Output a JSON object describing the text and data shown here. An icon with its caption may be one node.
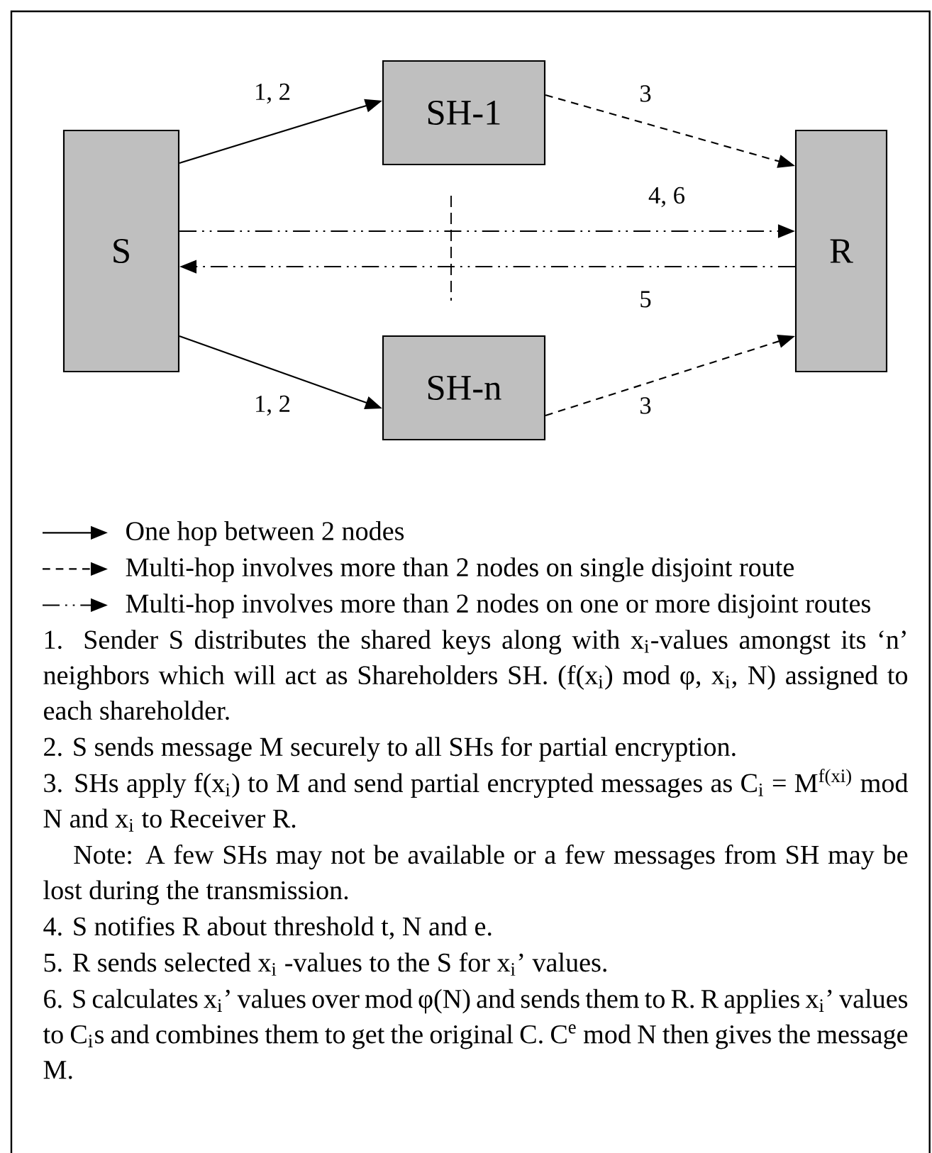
{
  "diagram": {
    "nodes": [
      {
        "text": [
          "S"
        ]
      },
      {
        "text": [
          "SH-1"
        ]
      },
      {
        "text": [
          "SH-n"
        ]
      },
      {
        "text": [
          "R"
        ]
      }
    ],
    "edges": [
      {
        "from": 0,
        "to": 1,
        "arrow": "to",
        "label": "1, 2"
      },
      {
        "from": 0,
        "to": 2,
        "arrow": "to",
        "label": "1, 2"
      },
      {
        "from": 1,
        "to": 3,
        "arrow": "to",
        "label": "3",
        "style": "dashed"
      },
      {
        "from": 2,
        "to": 3,
        "arrow": "to",
        "label": "3",
        "style": "dashed"
      },
      {
        "from": 0,
        "to": 3,
        "arrow": "to",
        "label": "4, 6",
        "style": "dashed"
      },
      {
        "from": 3,
        "to": 0,
        "arrow": "to",
        "label": "5",
        "style": "dashed"
      }
    ],
    "legend": [
      {
        "text": "One hop between 2 nodes"
      },
      {
        "text": "Multi-hop involves more than 2 nodes on single disjoint route"
      },
      {
        "text": "Multi-hop involves more than 2 nodes on one or more disjoint routes"
      }
    ],
    "labels": [
      "1. Sender S distributes the shared keys along with x$_{i}$-values amongst its ‘n’ neighbors which will act as Shareholders SH. (f(x$_{i}$) mod φ, x$_{i}$, N) assigned to each shareholder.",
      "2. S sends message M securely to all SHs for partial encryption.",
      "3. SHs apply f(x$_{i}$) to M and send partial encrypted messages as C$_{i}$ = M$^{f(xi)}$ mod N and x$_{i}$ to Receiver R.",
      "Note: A few SHs may not be available or a few messages from SH may be lost during the transmission.",
      "4. S notifies R about threshold t, N and e.",
      "5. R sends selected x$_{i}$ -values to the S for x$_{i}$’ values.",
      "6. S calculates x$_{i}$’ values over mod φ(N) and sends them to R. R applies x$_{i}$’ values to C$_{i}$s  and combines them to get the original C. C$^{e}$ mod N then gives the message M."
    ]
  }
}
